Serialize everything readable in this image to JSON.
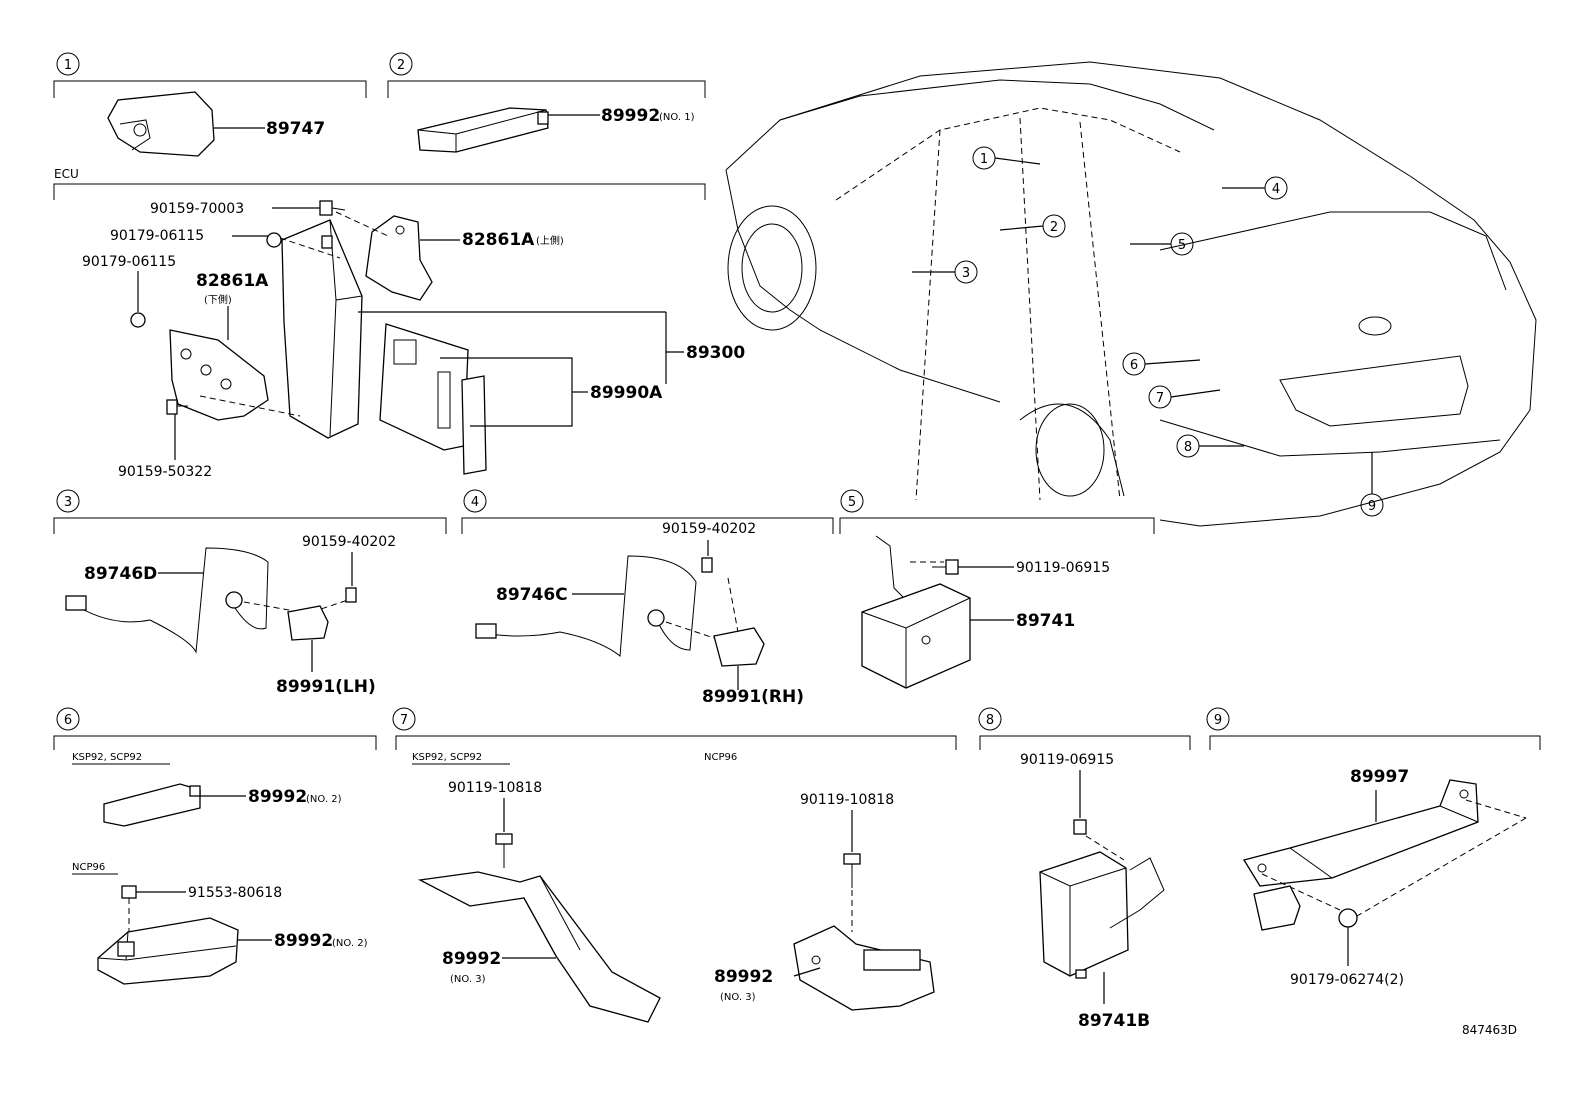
{
  "diagram_id": "847463D",
  "ecu_label": "ECU",
  "sections": [
    {
      "num": "1"
    },
    {
      "num": "2"
    },
    {
      "num": "3"
    },
    {
      "num": "4"
    },
    {
      "num": "5"
    },
    {
      "num": "6"
    },
    {
      "num": "7"
    },
    {
      "num": "8"
    },
    {
      "num": "9"
    }
  ],
  "variants": {
    "ksp_scp": "KSP92, SCP92",
    "ncp96": "NCP96"
  },
  "parts": {
    "p89747": "89747",
    "p89992": "89992",
    "no1": "(NO. 1)",
    "no2": "(NO. 2)",
    "no3": "(NO. 3)",
    "p90159_70003": "90159-70003",
    "p90179_06115": "90179-06115",
    "p82861A": "82861A",
    "upper": "(上側)",
    "lower": "(下側)",
    "p89300": "89300",
    "p89990A": "89990A",
    "p90159_50322": "90159-50322",
    "p90159_40202": "90159-40202",
    "p89746D": "89746D",
    "p89991LH": "89991(LH)",
    "p89746C": "89746C",
    "p89991RH": "89991(RH)",
    "p90119_06915": "90119-06915",
    "p89741": "89741",
    "p91553_80618": "91553-80618",
    "p90119_10818": "90119-10818",
    "p89741B": "89741B",
    "p89997": "89997",
    "p90179_06274": "90179-06274(2)"
  }
}
